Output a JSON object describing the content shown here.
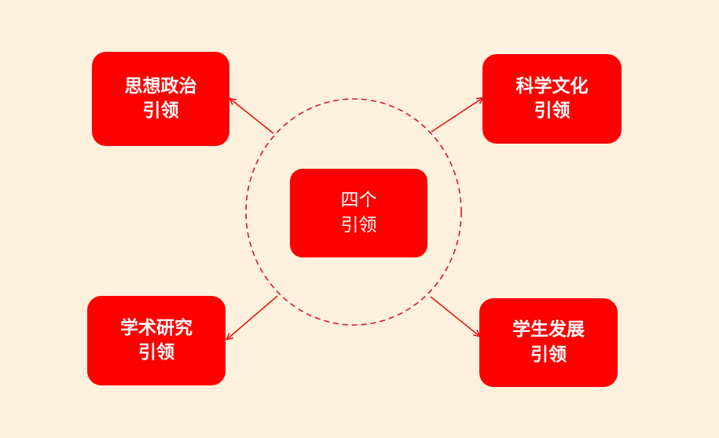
{
  "diagram": {
    "center": {
      "line1": "四个",
      "line2": "引领"
    },
    "nodes": {
      "top_left": {
        "line1": "思想政治",
        "line2": "引领"
      },
      "top_right": {
        "line1": "科学文化",
        "line2": "引领"
      },
      "bottom_left": {
        "line1": "学术研究",
        "line2": "引领"
      },
      "bottom_right": {
        "line1": "学生发展",
        "line2": "引领"
      }
    }
  },
  "colors": {
    "background": "#fdf0dc",
    "node_fill": "#ff0000",
    "node_text": "#ffffff",
    "connector": "#e8161b",
    "ring": "#d4182b"
  }
}
